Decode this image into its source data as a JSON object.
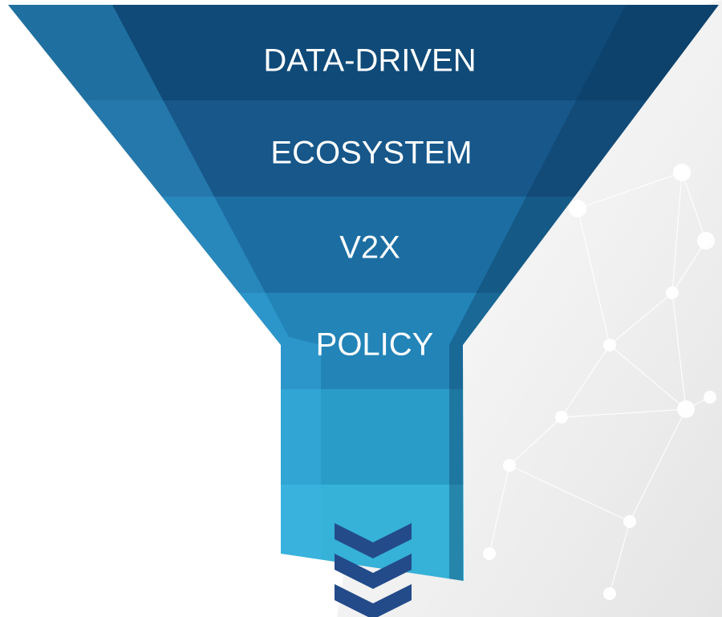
{
  "funnel": {
    "stages": [
      {
        "label": "DATA-DRIVEN",
        "color": "#0f4a78"
      },
      {
        "label": "ECOSYSTEM",
        "color": "#17578a"
      },
      {
        "label": "V2X",
        "color": "#1c6ea2"
      },
      {
        "label": "POLICY",
        "color": "#2384b8"
      },
      {
        "label": "",
        "color": "#2a9cc8"
      },
      {
        "label": "",
        "color": "#36b1d8"
      }
    ],
    "highlight_color": "#3fb8ea",
    "arrow_color": "#234b8a",
    "arrow_icon": "triple-chevron-down-icon"
  },
  "background": {
    "decoration": "network-nodes-pattern",
    "panel_color": "#eeeeee"
  }
}
